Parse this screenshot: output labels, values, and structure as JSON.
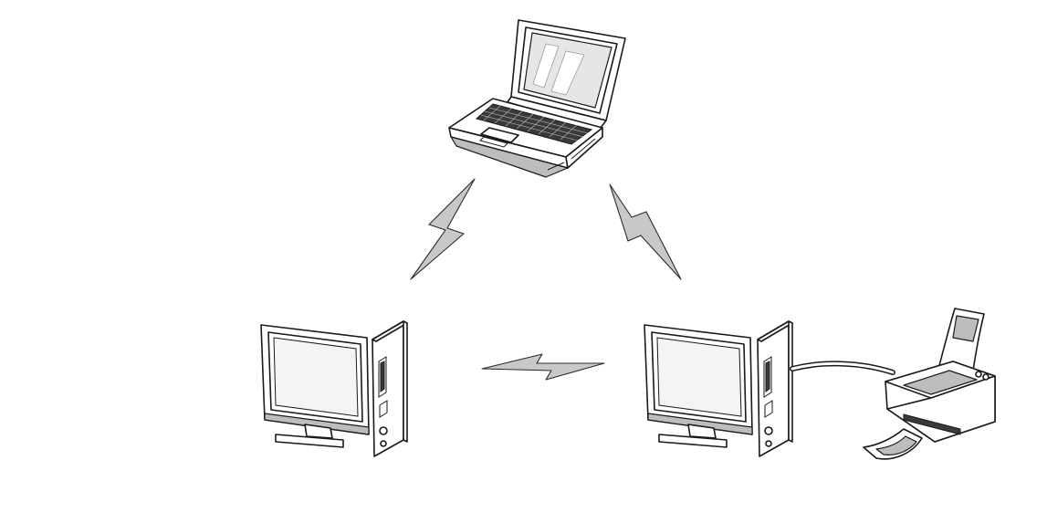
{
  "diagram": {
    "type": "wireless-ad-hoc-network",
    "nodes": [
      {
        "id": "laptop",
        "kind": "laptop-icon"
      },
      {
        "id": "desktop-left",
        "kind": "desktop-computer-icon"
      },
      {
        "id": "desktop-right",
        "kind": "desktop-computer-icon"
      },
      {
        "id": "printer",
        "kind": "printer-icon"
      }
    ],
    "links": [
      {
        "from": "laptop",
        "to": "desktop-left",
        "style": "wireless-bolt-icon"
      },
      {
        "from": "laptop",
        "to": "desktop-right",
        "style": "wireless-bolt-icon"
      },
      {
        "from": "desktop-left",
        "to": "desktop-right",
        "style": "wireless-bolt-icon"
      },
      {
        "from": "desktop-right",
        "to": "printer",
        "style": "cable"
      }
    ],
    "colors": {
      "line": "#1a1a1a",
      "fill": "#ffffff",
      "shade": "#bdbdbd",
      "bolt": "#c8c8c8"
    }
  }
}
